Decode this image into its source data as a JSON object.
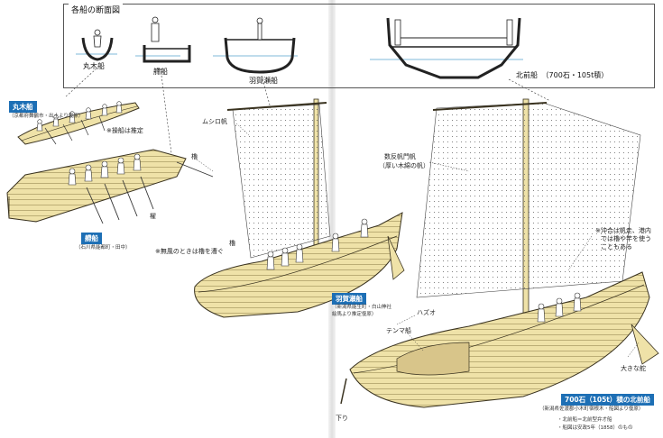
{
  "sections": {
    "title": "各船の断面図",
    "marukibune": "丸木船",
    "junkbune": "艜船",
    "hakabune": "羽賀瀬船",
    "kitamaebune": "北前船",
    "kitamae_size": "（700石・105t積）"
  },
  "marukibune_panel": {
    "tag": "丸木船",
    "source": "（京都府舞鶴市・出土より復原）",
    "note_oar": "※操船は推定"
  },
  "junk_panel": {
    "tag": "艜船",
    "source": "（石川県能都町・田中）",
    "label_ro": "櫓",
    "label_kai": "櫂"
  },
  "hakase_panel": {
    "label_mushiro": "ムシロ帆",
    "label_ro": "櫓",
    "note_ro": "※無風のときは櫓を漕ぐ",
    "tag": "羽賀瀬船",
    "source_1": "（新潟県能生町・白山神社",
    "source_2": "絵馬より推定復原）"
  },
  "kitamae_panel": {
    "label_sail_1": "数反帆門帆",
    "label_sail_2": "（厚い木綿の帆）",
    "note_ro_1": "※沖合は帆走、港内",
    "note_ro_2": "では櫓や竿を使う",
    "note_ro_3": "こともある",
    "label_hazuo": "ハズオ",
    "label_tenma": "テンマ船",
    "label_rudder": "大きな舵",
    "label_kudari": "下り",
    "tag": "700石（105t）積の北前船",
    "source_1": "（新潟県佐渡郡小木町宿根木・船図より復原）",
    "source_2": "・北前船＝北前型弁才船",
    "source_3": "・船図は安政5年（1858）のもの"
  },
  "colors": {
    "tag_blue": "#1d6fb5",
    "hull_wood": "#efe2a8",
    "hull_line": "#3a3320",
    "sail_dot": "#555555",
    "water": "#7fb8d8"
  }
}
